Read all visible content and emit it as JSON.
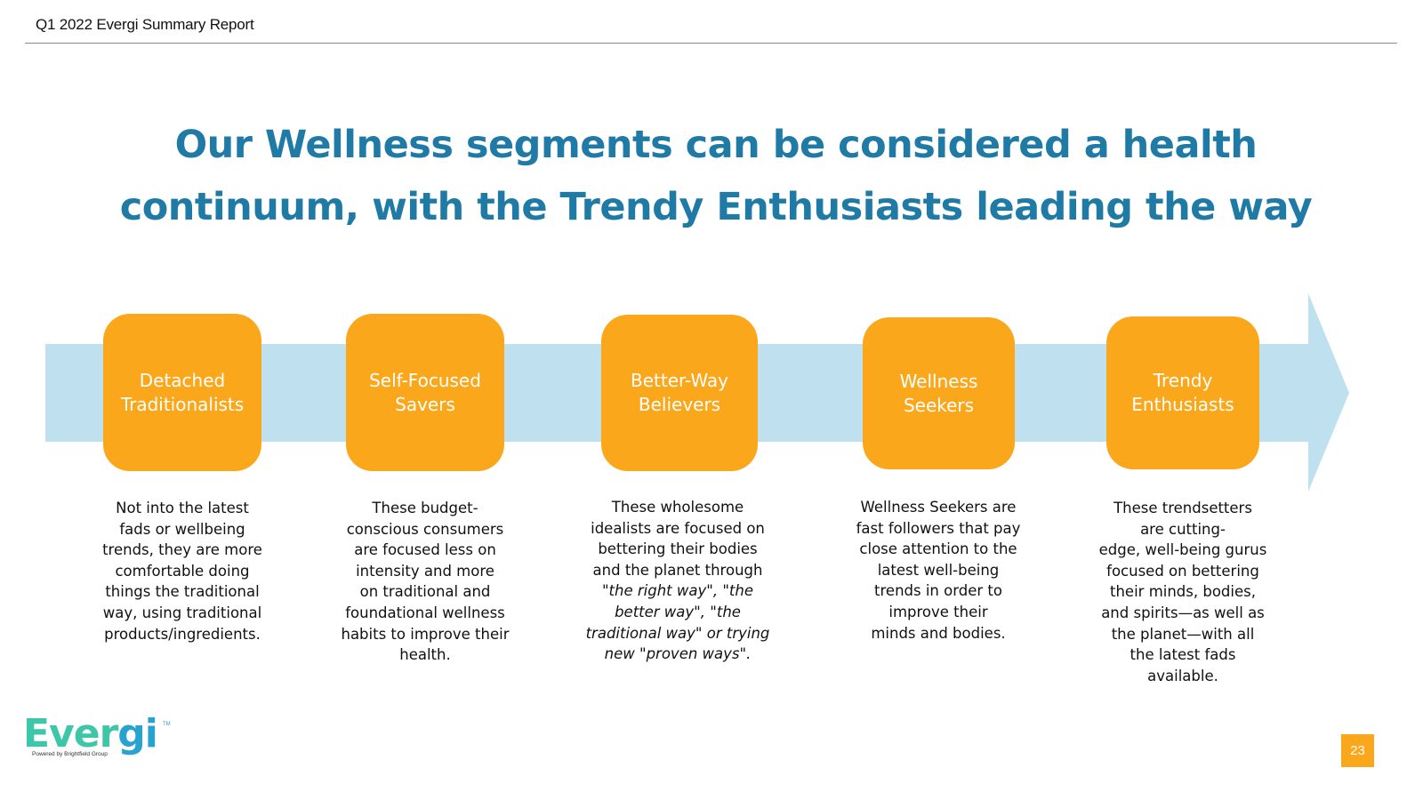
{
  "header": {
    "title": "Q1 2022 Evergi Summary Report"
  },
  "main": {
    "title_line1": "Our Wellness segments can be considered a health",
    "title_line2": "continuum, with the Trendy Enthusiasts leading the way"
  },
  "colors": {
    "title": "#1f7ba6",
    "segment_box": "#fba71b",
    "arrow": "#bfe1ef",
    "page_number_bg": "#fba71b"
  },
  "segments": [
    {
      "name_line1": "Detached",
      "name_line2": "Traditionalists",
      "desc": [
        [
          "Not into the latest"
        ],
        [
          "fads or wellbeing"
        ],
        [
          "trends, they are more"
        ],
        [
          "comfortable doing"
        ],
        [
          "things the traditional"
        ],
        [
          "way, using traditional"
        ],
        [
          "products/ingredients."
        ]
      ]
    },
    {
      "name_line1": "Self-Focused",
      "name_line2": "Savers",
      "desc": [
        [
          "These budget-"
        ],
        [
          "conscious consumers"
        ],
        [
          "are focused less on"
        ],
        [
          "intensity and more"
        ],
        [
          "on traditional and"
        ],
        [
          "foundational wellness"
        ],
        [
          "habits to improve their"
        ],
        [
          "health."
        ]
      ]
    },
    {
      "name_line1": "Better-Way",
      "name_line2": "Believers",
      "desc": [
        [
          "These wholesome"
        ],
        [
          "idealists are focused on"
        ],
        [
          "bettering their bodies"
        ],
        [
          "and the planet through"
        ],
        [
          "\"the right way\", \"the"
        ],
        [
          "better way\", \"the"
        ],
        [
          "traditional way\" or trying"
        ],
        [
          "new \"proven ways\"."
        ]
      ]
    },
    {
      "name_line1": "Wellness",
      "name_line2": "Seekers",
      "desc": [
        [
          "Wellness Seekers are"
        ],
        [
          "fast followers that pay"
        ],
        [
          "close attention to the"
        ],
        [
          "latest well-being"
        ],
        [
          "trends in order to"
        ],
        [
          "improve their"
        ],
        [
          "minds and bodies."
        ]
      ]
    },
    {
      "name_line1": "Trendy",
      "name_line2": "Enthusiasts",
      "desc": [
        [
          "These trendsetters"
        ],
        [
          "are cutting-"
        ],
        [
          "edge, well-being gurus"
        ],
        [
          "focused on bettering"
        ],
        [
          "their minds, bodies,"
        ],
        [
          "and spirits—as well as"
        ],
        [
          "the planet—with all"
        ],
        [
          "the latest fads"
        ],
        [
          "available."
        ]
      ]
    }
  ],
  "logo": {
    "word_part1": "Ever",
    "word_part2": "gi",
    "tm": "TM",
    "tagline": "Powered by Brightfield Group",
    "icon": "evergi-logo"
  },
  "page_number": "23"
}
